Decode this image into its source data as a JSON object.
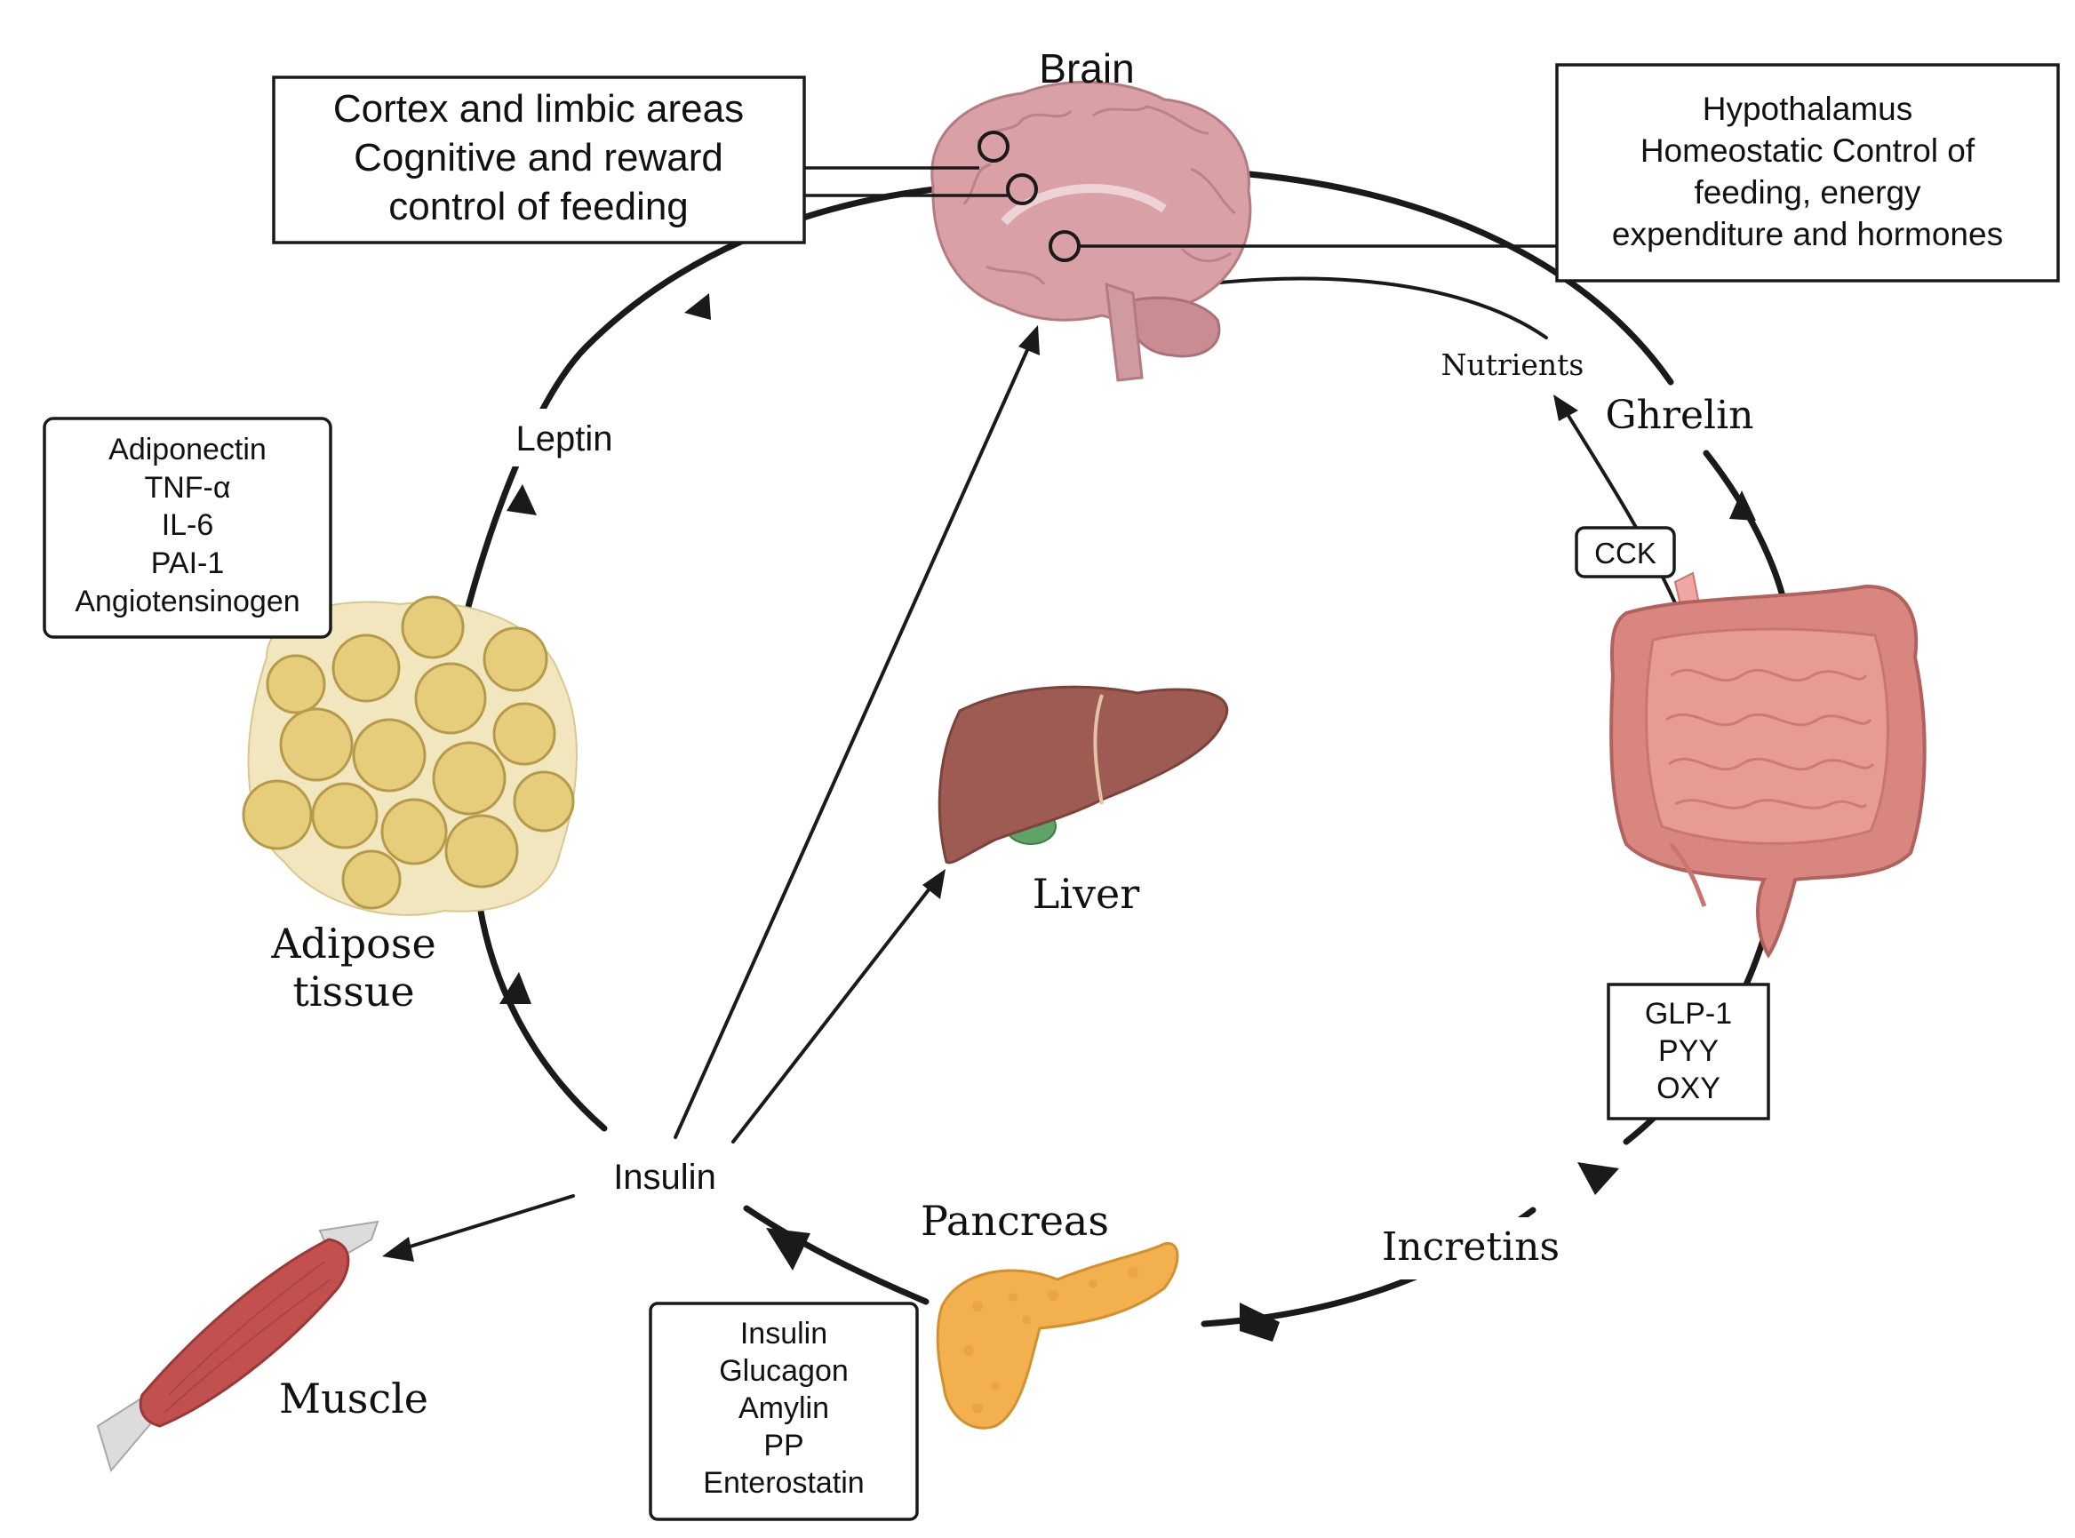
{
  "colors": {
    "brain": "#d9a0a6",
    "liver": "#9e5b53",
    "gallbladder": "#5fa467",
    "adipose_cell": "#e6cd7c",
    "adipose_matrix": "#f2e6bf",
    "intestine": "#e89a95",
    "colon": "#d98580",
    "pancreas": "#f2b04f",
    "muscle": "#c2504e",
    "tendon": "#dcdcdc",
    "arrow": "#1a1a1a"
  },
  "organs": {
    "brain": "Brain",
    "liver": "Liver",
    "adipose_line1": "Adipose",
    "adipose_line2": "tissue",
    "pancreas": "Pancreas",
    "muscle": "Muscle"
  },
  "signals": {
    "leptin": "Leptin",
    "ghrelin": "Ghrelin",
    "nutrients": "Nutrients",
    "incretins": "Incretins",
    "insulin": "Insulin",
    "cck": "CCK"
  },
  "boxes": {
    "cortex": [
      "Cortex and limbic areas",
      "Cognitive and reward",
      "control of feeding"
    ],
    "hypothalamus": [
      "Hypothalamus",
      "Homeostatic Control of",
      "feeding, energy",
      "expenditure and hormones"
    ],
    "adipokines": [
      "Adiponectin",
      "TNF-α",
      "IL-6",
      "PAI-1",
      "Angiotensinogen"
    ],
    "gut_hormones": [
      "GLP-1",
      "PYY",
      "OXY"
    ],
    "pancreatic_hormones": [
      "Insulin",
      "Glucagon",
      "Amylin",
      "PP",
      "Enterostatin"
    ]
  }
}
